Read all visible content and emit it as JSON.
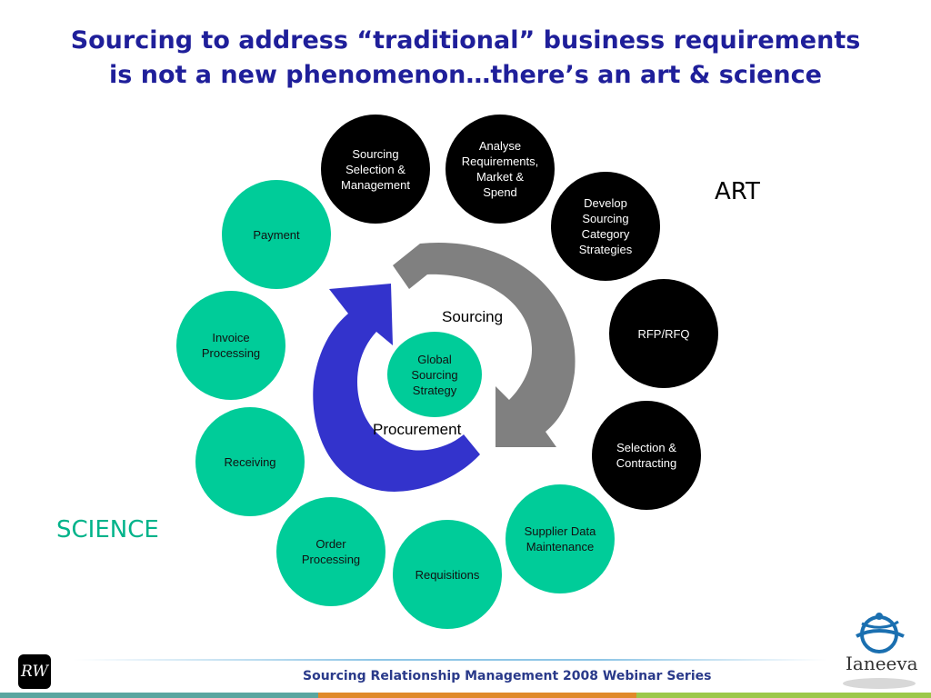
{
  "title": {
    "line1": "Sourcing to address “traditional” business requirements",
    "line2": "is not a new phenomenon…there’s an art & science"
  },
  "art_label": "ART",
  "science_label": "SCIENCE",
  "cycle": {
    "top_label": "Sourcing",
    "bottom_label": "Procurement",
    "center": "Global\nSourcing\nStrategy",
    "colors": {
      "sourcing_arrow": "#808080",
      "procurement_arrow": "#3333cc"
    }
  },
  "art_steps": [
    "Sourcing\nSelection &\nManagement",
    "Analyse\nRequirements,\nMarket &\nSpend",
    "Develop\nSourcing\nCategory\nStrategies",
    "RFP/RFQ",
    "Selection &\nContracting"
  ],
  "science_steps": [
    "Supplier Data\nMaintenance",
    "Requisitions",
    "Order Processing",
    "Receiving",
    "Invoice\nProcessing",
    "Payment"
  ],
  "colors": {
    "title": "#1f1f9a",
    "art_circle": "#000000",
    "science_circle": "#00cc99",
    "science_text": "#00b38a"
  },
  "footer": {
    "text": "Sourcing Relationship Management 2008 Webinar Series",
    "left_logo": "RW",
    "right_logo": "Ianeeva"
  }
}
